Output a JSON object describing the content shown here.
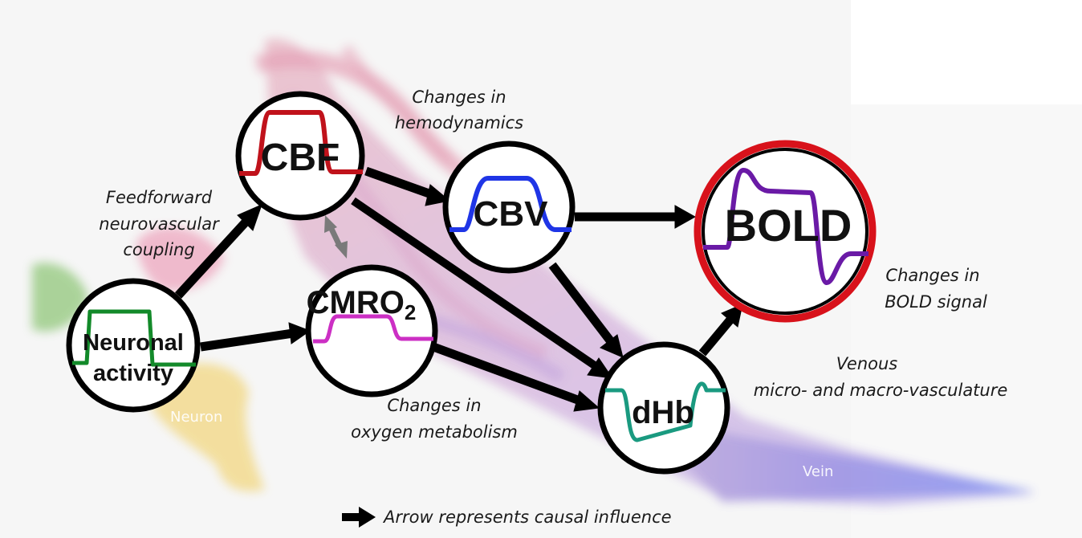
{
  "nodes": {
    "neuronal": {
      "label_line1": "Neuronal",
      "label_line2": "activity",
      "curve_color": "#138a2a"
    },
    "cbf": {
      "label": "CBF",
      "curve_color": "#c0121b"
    },
    "cmro2": {
      "label": "CMRO",
      "subscript": "2",
      "curve_color": "#cc2fc4"
    },
    "cbv": {
      "label": "CBV",
      "curve_color": "#1f35e6"
    },
    "dhb": {
      "label": "dHb",
      "curve_color": "#1a9a80"
    },
    "bold": {
      "label": "BOLD",
      "curve_color": "#6a1aa6",
      "ring_color": "#d8121b"
    }
  },
  "annotations": {
    "feedforward": [
      "Feedforward",
      "neurovascular",
      "coupling"
    ],
    "hemodynamics": [
      "Changes in",
      "hemodynamics"
    ],
    "oxygen": [
      "Changes in",
      "oxygen metabolism"
    ],
    "bold_signal": [
      "Changes in",
      "BOLD signal"
    ],
    "venous": [
      "Venous",
      "micro- and macro-vasculature"
    ]
  },
  "background_labels": {
    "neuron": "Neuron",
    "vein": "Vein"
  },
  "legend": {
    "text": "Arrow represents causal influence"
  }
}
